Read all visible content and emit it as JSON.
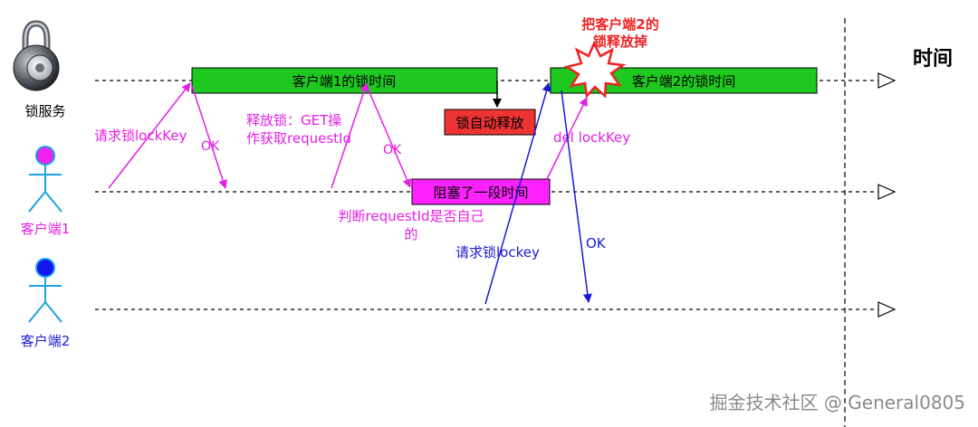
{
  "actors": {
    "lock_service": "锁服务",
    "client1": "客户端1",
    "client2": "客户端2"
  },
  "time_label": "时间",
  "boxes": {
    "client1_lock": "客户端1的锁时间",
    "client2_lock": "客户端2的锁时间",
    "auto_release": "锁自动释放",
    "blocked": "阻塞了一段时间"
  },
  "labels": {
    "request_lock_c1": "请求锁lockKey",
    "ok_1": "OK",
    "release_line1": "释放锁：GET操",
    "release_line2": "作获取requestId",
    "ok_2": "OK",
    "judge_line1": "判断requestId是否自己",
    "judge_line2": "的",
    "del_lock": "del lockKey",
    "request_lock_c2": "请求锁lockey",
    "ok_3": "OK",
    "release_c2_line1": "把客户端2的",
    "release_c2_line2": "锁释放掉"
  },
  "watermark": "掘金技术社区 @ General0805",
  "colors": {
    "magenta": "#e61ee6",
    "blue": "#1a1ad6",
    "green": "#1ec81e",
    "red": "#ee3333",
    "pink_box": "#ff22ff",
    "cyan": "#1aa3e0",
    "actor_head1": "#ee22ee",
    "actor_head2": "#1414ee"
  }
}
